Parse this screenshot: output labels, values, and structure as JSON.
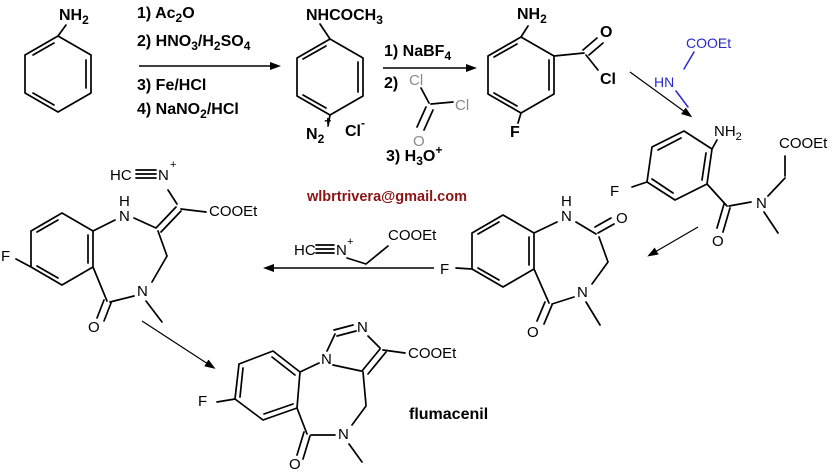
{
  "colors": {
    "bond_black": "#000000",
    "reagent_blue": "#2929cc",
    "email_maroon": "#8b1414",
    "phosgene_grey": "#8a8a8a",
    "background": "#ffffff"
  },
  "email": "wlbrtrivera@gmail.com",
  "step1_reagents": {
    "l1_a": "1) Ac",
    "l1_sub": "2",
    "l1_b": "O",
    "l2_a": "2) HNO",
    "l2_s1": "3",
    "l2_b": "/H",
    "l2_s2": "2",
    "l2_c": "SO",
    "l2_s3": "4",
    "l3": "3)  Fe/HCl",
    "l4_a": "4) NaNO",
    "l4_s1": "2",
    "l4_b": "/HCl"
  },
  "step2_reagents": {
    "l1_a": "1) NaBF",
    "l1_sub": "4",
    "l2": "2)",
    "phosgene": {
      "cl_top": "Cl",
      "cl_right": "Cl",
      "o": "O"
    },
    "l3_a": "3) H",
    "l3_s1": "3",
    "l3_b": "O",
    "l3_sup": "+"
  },
  "aniline": {
    "nh": "NH",
    "nh_sub": "2"
  },
  "diazonium": {
    "amide_cap": "NHCOCH",
    "amide_sub": "3",
    "n": "N",
    "n_sub": "2",
    "n_plus": "+",
    "counterion": "Cl",
    "counterion_minus": "-"
  },
  "benzoyl_chloride": {
    "nh": "NH",
    "nh_sub": "2",
    "carbonyl_o": "O",
    "cl": "Cl",
    "f": "F"
  },
  "glycine_ester": {
    "ester": "COOEt",
    "amine": "HN"
  },
  "anilide": {
    "nh": "NH",
    "nh_sub": "2",
    "ester": "COOEt",
    "n": "N",
    "carbonyl_o": "O",
    "f": "F"
  },
  "benzodiazepinedione": {
    "nh_h": "H",
    "n1": "N",
    "o2": "O",
    "n4": "N",
    "o5": "O",
    "f": "F"
  },
  "isocyanoacetate": {
    "hc": "HC",
    "n": "N",
    "plus": "+",
    "ester": "COOEt"
  },
  "enamine_adduct": {
    "hc": "HC",
    "n": "N",
    "plus": "+",
    "nh_h": "H",
    "n1": "N",
    "ester": "COOEt",
    "f": "F",
    "n4": "N",
    "o5": "O"
  },
  "flumacenil": {
    "n3": "N",
    "n1": "N",
    "ester": "COOEt",
    "f": "F",
    "n5": "N",
    "o6": "O",
    "caption": "flumacenil"
  }
}
